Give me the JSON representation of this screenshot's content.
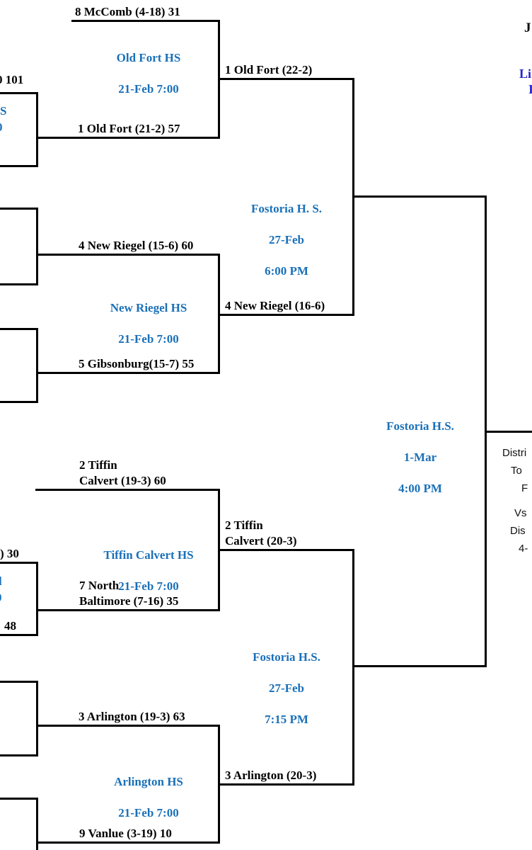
{
  "colors": {
    "line": "#000000",
    "team_text": "#000000",
    "site_text": "#1a70b8",
    "corner_blue_text": "#2424cd",
    "note_text": "#111111"
  },
  "bracket": {
    "feeders": {
      "old_fort_game": {
        "winner_score_fragment": "0 101",
        "site_fragment_line1": "S",
        "site_fragment_line2": "0"
      },
      "north_baltimore_game": {
        "top_score_fragment": ") 30",
        "bottom_score_fragment": "48",
        "site_fragment_line1": "l",
        "site_fragment_line2": "0"
      }
    },
    "quarterfinals": [
      {
        "top_team": "8 McComb (4-18) 31",
        "bottom_team": "1 Old Fort (21-2) 57",
        "site": "Old Fort HS",
        "when": "21-Feb 7:00",
        "advances": "1 Old Fort (22-2)"
      },
      {
        "top_team": "4 New Riegel (15-6) 60",
        "bottom_team": "5 Gibsonburg(15-7) 55",
        "site": "New Riegel HS",
        "when": "21-Feb 7:00",
        "advances": "4 New Riegel (16-6)"
      },
      {
        "top_team": "2 Tiffin\nCalvert (19-3) 60",
        "bottom_team": "7 North\nBaltimore (7-16) 35",
        "site": "Tiffin Calvert HS",
        "when": "21-Feb 7:00",
        "advances": "2 Tiffin\nCalvert (20-3)"
      },
      {
        "top_team": "3 Arlington (19-3) 63",
        "bottom_team": "9 Vanlue (3-19) 10",
        "site": "Arlington HS",
        "when": "21-Feb 7:00",
        "advances": "3 Arlington (20-3)"
      }
    ],
    "semifinals": [
      {
        "site": "Fostoria H. S.",
        "date": "27-Feb",
        "time": "6:00 PM"
      },
      {
        "site": "Fostoria H.S.",
        "date": "27-Feb",
        "time": "7:15 PM"
      }
    ],
    "final": {
      "site": "Fostoria H.S.",
      "date": "1-Mar",
      "time": "4:00 PM"
    }
  },
  "corner_fragments": {
    "top_black": "J",
    "blue_line1": "Li",
    "blue_line2": "I"
  },
  "note_fragments": {
    "line1": "Distri",
    "line2": "To",
    "line3": "F",
    "line4": "Vs",
    "line5": "Dis",
    "line6": "4-"
  }
}
